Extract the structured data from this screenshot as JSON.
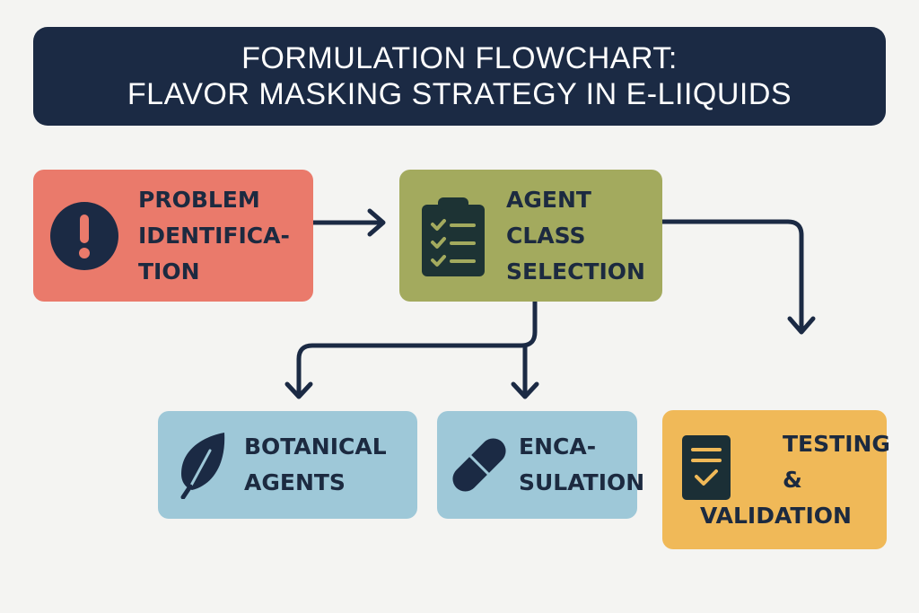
{
  "title": {
    "line1": "FORMULATION FLOWCHART:",
    "line2": "FLAVOR MASKING STRATEGY IN E-LIIQUIDS"
  },
  "nodes": {
    "problem": {
      "label": "PROBLEM\nIDENTIFICA-\nTION",
      "icon": "exclamation-circle-icon",
      "color": "#ea7a6b"
    },
    "agent": {
      "label": "AGENT\nCLASS\nSELECTION",
      "icon": "clipboard-checklist-icon",
      "color": "#a3aa5e"
    },
    "botanical": {
      "label": "BOTANICAL\nAGENTS",
      "icon": "leaf-icon",
      "color": "#9ec8d8"
    },
    "encapsulation": {
      "label": "ENCA-\nSULATION",
      "icon": "capsule-icon",
      "color": "#9ec8d8"
    },
    "testing": {
      "label": "TESTING\n&\nVALIDATION",
      "icon": "checked-document-icon",
      "color": "#f0b958"
    }
  },
  "edges": [
    {
      "from": "problem",
      "to": "agent"
    },
    {
      "from": "agent",
      "to": "botanical"
    },
    {
      "from": "agent",
      "to": "encapsulation"
    },
    {
      "from": "agent",
      "to": "testing"
    }
  ],
  "colors": {
    "dark": "#1b2a44",
    "background": "#f4f4f2"
  }
}
